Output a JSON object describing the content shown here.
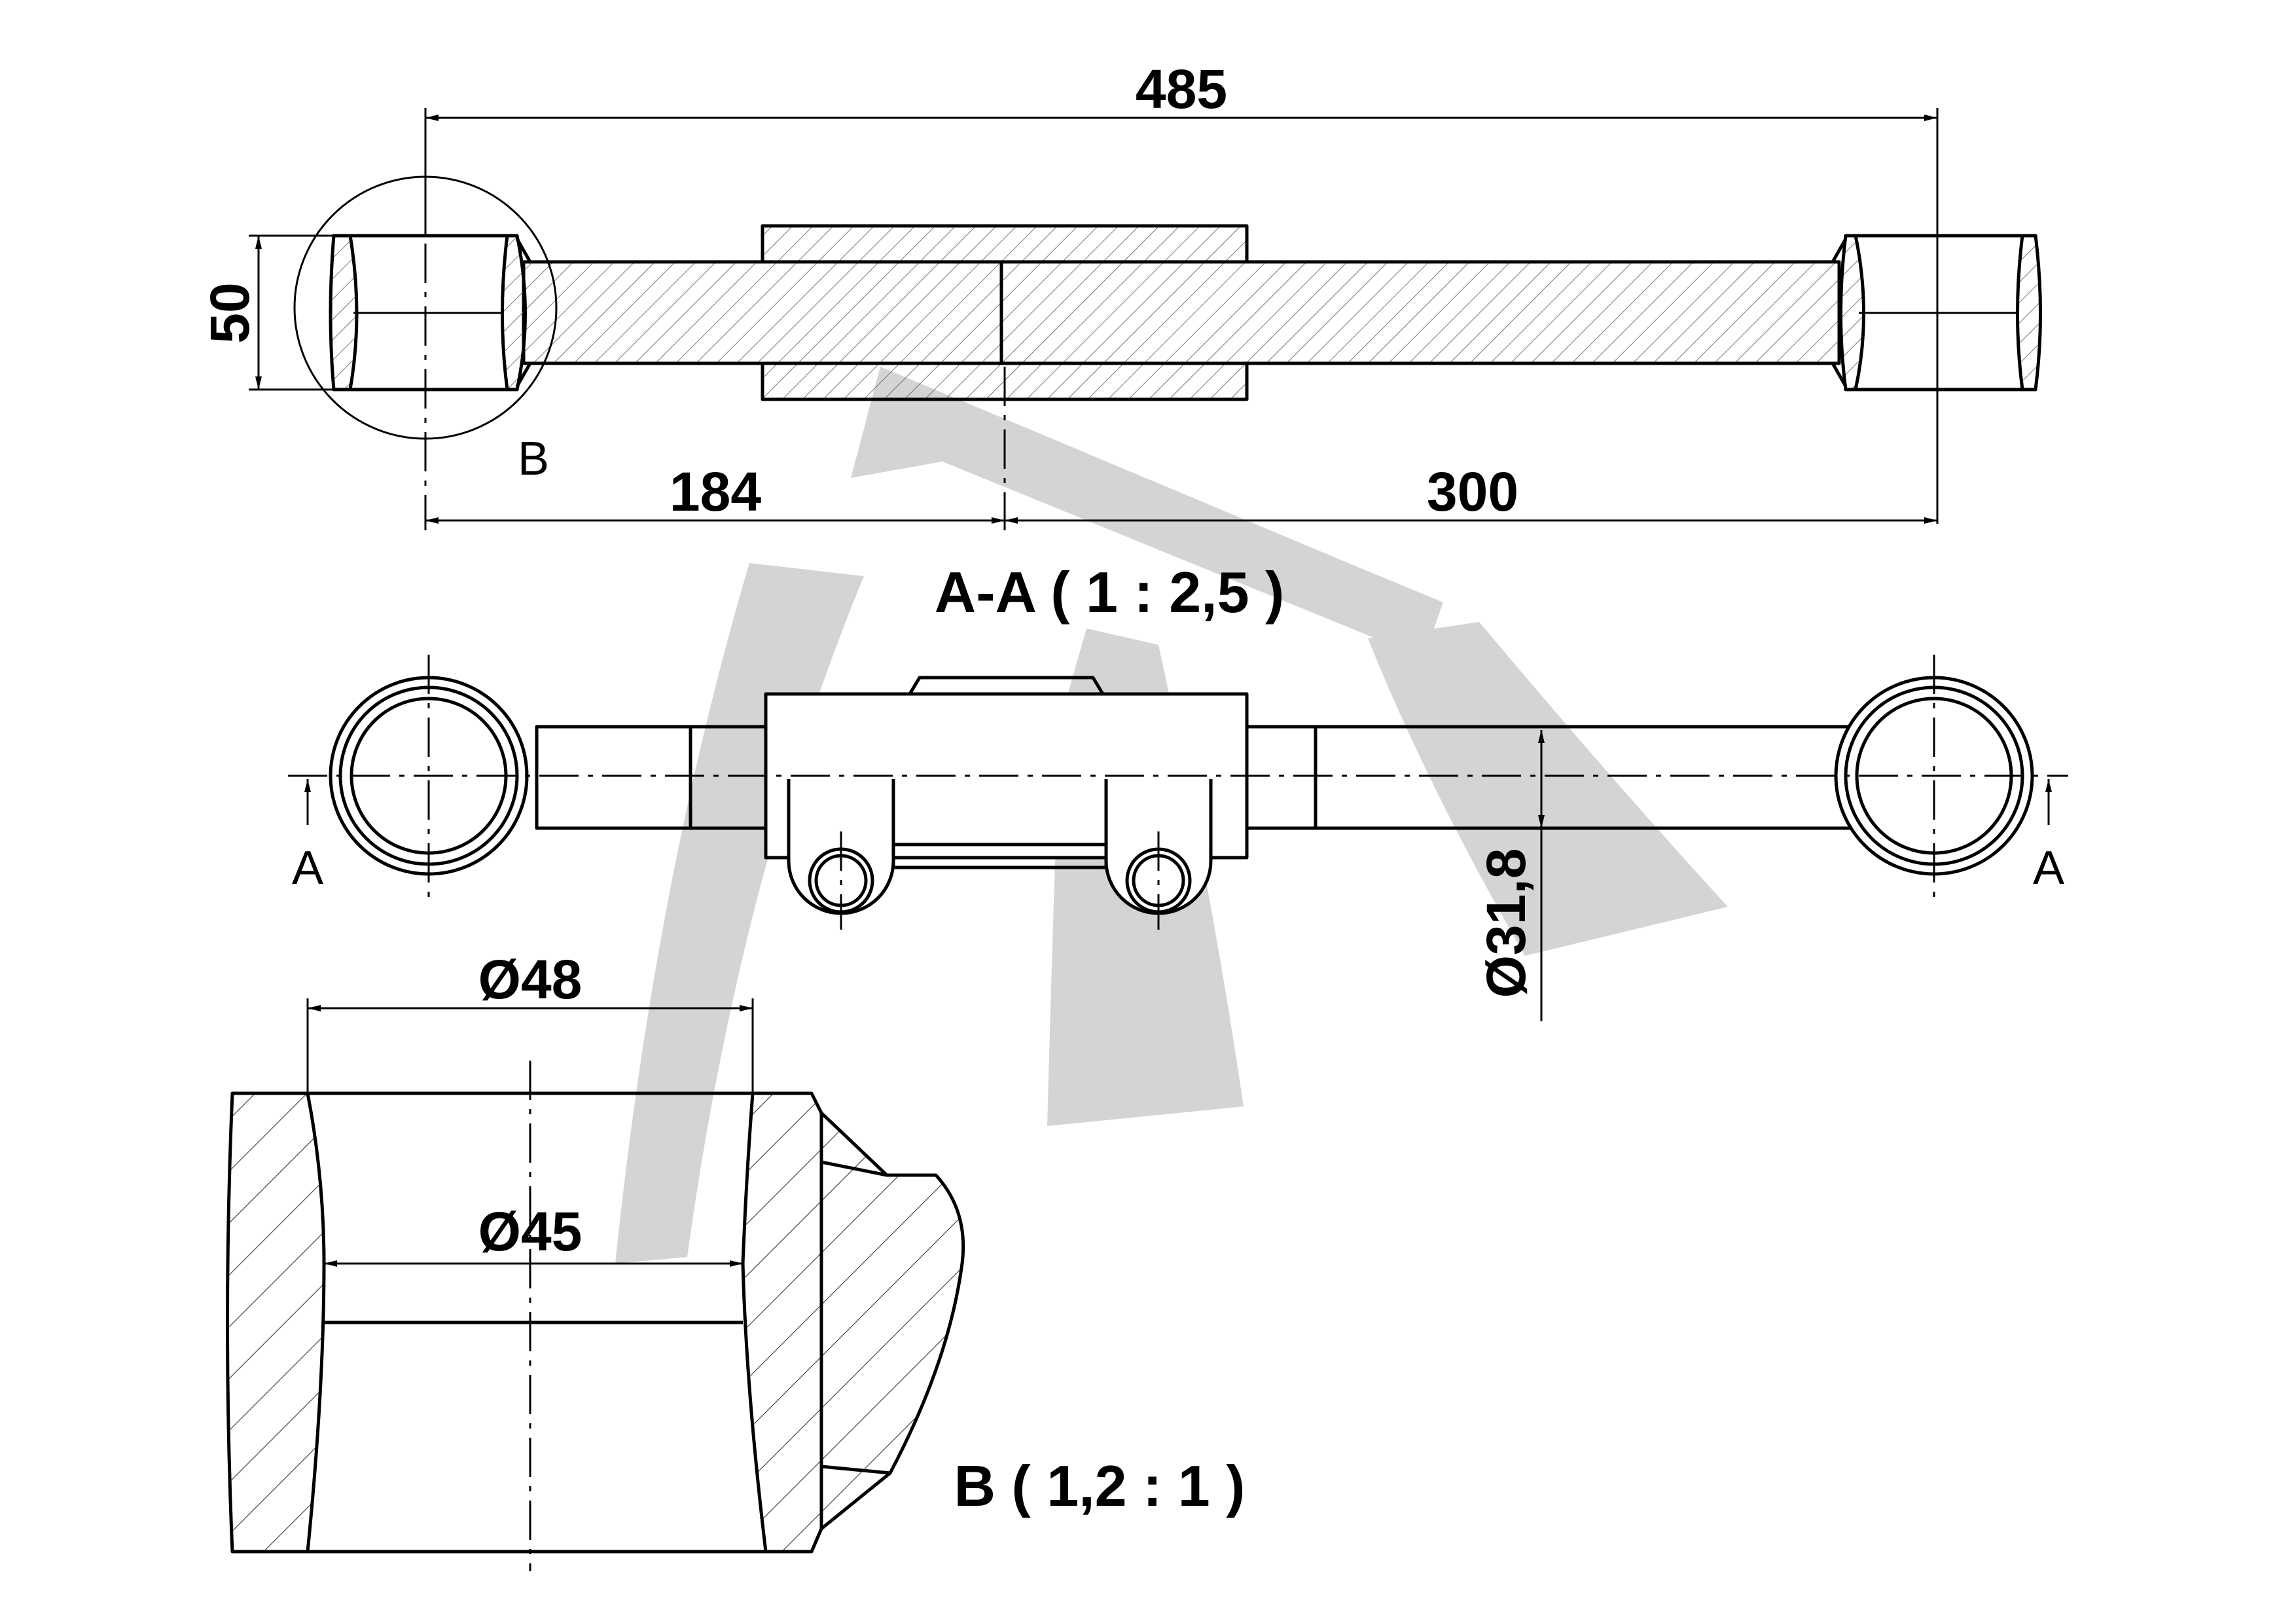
{
  "dimensions": {
    "overall_length": "485",
    "height": "50",
    "left_segment": "184",
    "right_segment": "300",
    "rod_diameter": "Ø31,8",
    "outer_diameter": "Ø48",
    "inner_diameter": "Ø45"
  },
  "labels": {
    "detail_marker": "B",
    "section_left": "A",
    "section_right": "A"
  },
  "titles": {
    "section_view": "A-A ( 1 : 2,5 )",
    "detail_view": "B ( 1,2 : 1 )"
  }
}
